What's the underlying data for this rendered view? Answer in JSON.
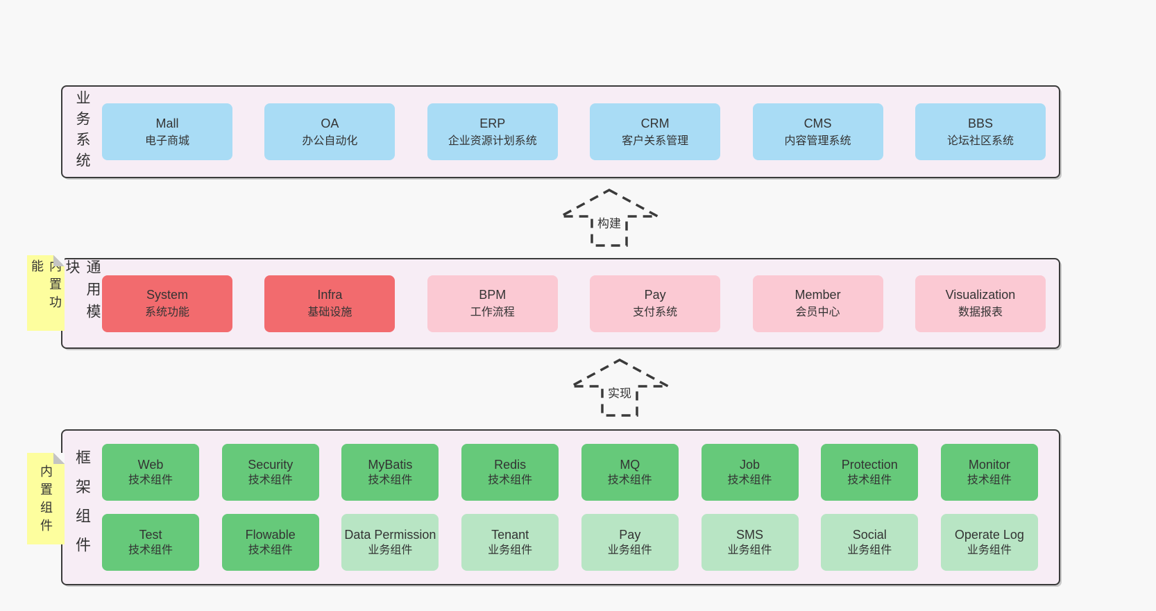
{
  "colors": {
    "page_bg": "#f8f8f8",
    "layer_bg": "#f7edf5",
    "layer_border": "#3a3a3a",
    "blue_box": "#a9dcf5",
    "red_box": "#f26b6e",
    "pink_box": "#fbc9d3",
    "green_box": "#66c97a",
    "light_green_box": "#b8e5c4",
    "sticky_yellow": "#fdfe9e",
    "text": "#333333"
  },
  "layers": [
    {
      "label": "业务系统",
      "boxes": [
        {
          "en": "Mall",
          "zh": "电子商城"
        },
        {
          "en": "OA",
          "zh": "办公自动化"
        },
        {
          "en": "ERP",
          "zh": "企业资源计划系统"
        },
        {
          "en": "CRM",
          "zh": "客户关系管理"
        },
        {
          "en": "CMS",
          "zh": "内容管理系统"
        },
        {
          "en": "BBS",
          "zh": "论坛社区系统"
        }
      ]
    },
    {
      "label": "通用模块",
      "sticky": "内置功能",
      "boxes": [
        {
          "en": "System",
          "zh": "系统功能"
        },
        {
          "en": "Infra",
          "zh": "基础设施"
        },
        {
          "en": "BPM",
          "zh": "工作流程"
        },
        {
          "en": "Pay",
          "zh": "支付系统"
        },
        {
          "en": "Member",
          "zh": "会员中心"
        },
        {
          "en": "Visualization",
          "zh": "数据报表"
        }
      ]
    },
    {
      "label": "框架组件",
      "sticky": "内置组件",
      "rows": [
        [
          {
            "en": "Web",
            "zh": "技术组件"
          },
          {
            "en": "Security",
            "zh": "技术组件"
          },
          {
            "en": "MyBatis",
            "zh": "技术组件"
          },
          {
            "en": "Redis",
            "zh": "技术组件"
          },
          {
            "en": "MQ",
            "zh": "技术组件"
          },
          {
            "en": "Job",
            "zh": "技术组件"
          },
          {
            "en": "Protection",
            "zh": "技术组件"
          },
          {
            "en": "Monitor",
            "zh": "技术组件"
          }
        ],
        [
          {
            "en": "Test",
            "zh": "技术组件"
          },
          {
            "en": "Flowable",
            "zh": "技术组件"
          },
          {
            "en": "Data Permission",
            "zh": "业务组件"
          },
          {
            "en": "Tenant",
            "zh": "业务组件"
          },
          {
            "en": "Pay",
            "zh": "业务组件"
          },
          {
            "en": "SMS",
            "zh": "业务组件"
          },
          {
            "en": "Social",
            "zh": "业务组件"
          },
          {
            "en": "Operate Log",
            "zh": "业务组件"
          }
        ]
      ]
    }
  ],
  "arrows": [
    {
      "label": "构建"
    },
    {
      "label": "实现"
    }
  ]
}
